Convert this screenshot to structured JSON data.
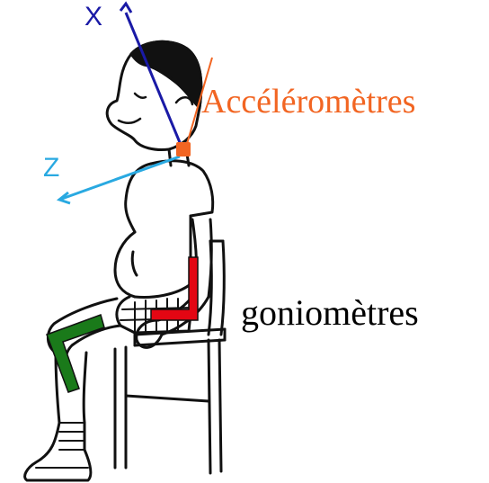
{
  "labels": {
    "accelerometers": "Accéléromètres",
    "goniometers": "goniomètres",
    "x_axis": "X",
    "z_axis": "Z"
  },
  "colors": {
    "accelerometer": "#f26522",
    "x_axis": "#1a1aa6",
    "z_axis": "#29a9e1",
    "goniometer_hip": "#e30613",
    "goniometer_knee": "#1a7a1a",
    "outline": "#111111"
  },
  "icons": {
    "person": "seated-person-illustration",
    "chair": "chair-illustration"
  }
}
